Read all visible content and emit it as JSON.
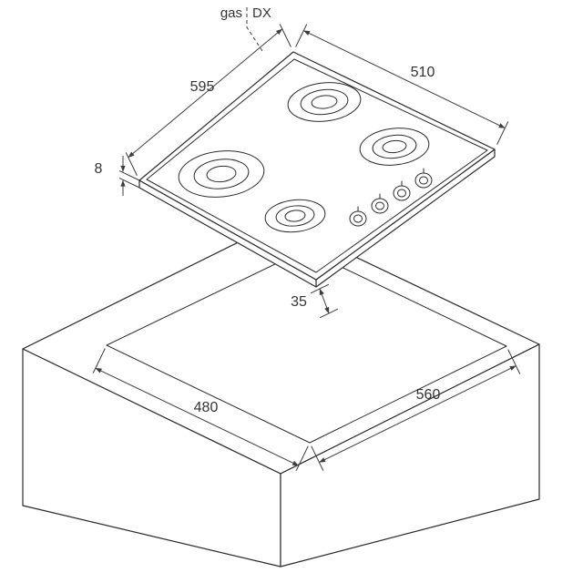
{
  "labels": {
    "gas": "gas",
    "gas_side": "DX",
    "hob_width_mm": "595",
    "hob_depth_mm": "510",
    "hob_edge_height_mm": "8",
    "rear_offset_mm": "35",
    "cutout_depth_mm": "480",
    "cutout_width_mm": "560"
  },
  "colors": {
    "line": "#2b2b2b",
    "dim": "#3d3d3d",
    "text": "#333333",
    "background": "#ffffff"
  }
}
